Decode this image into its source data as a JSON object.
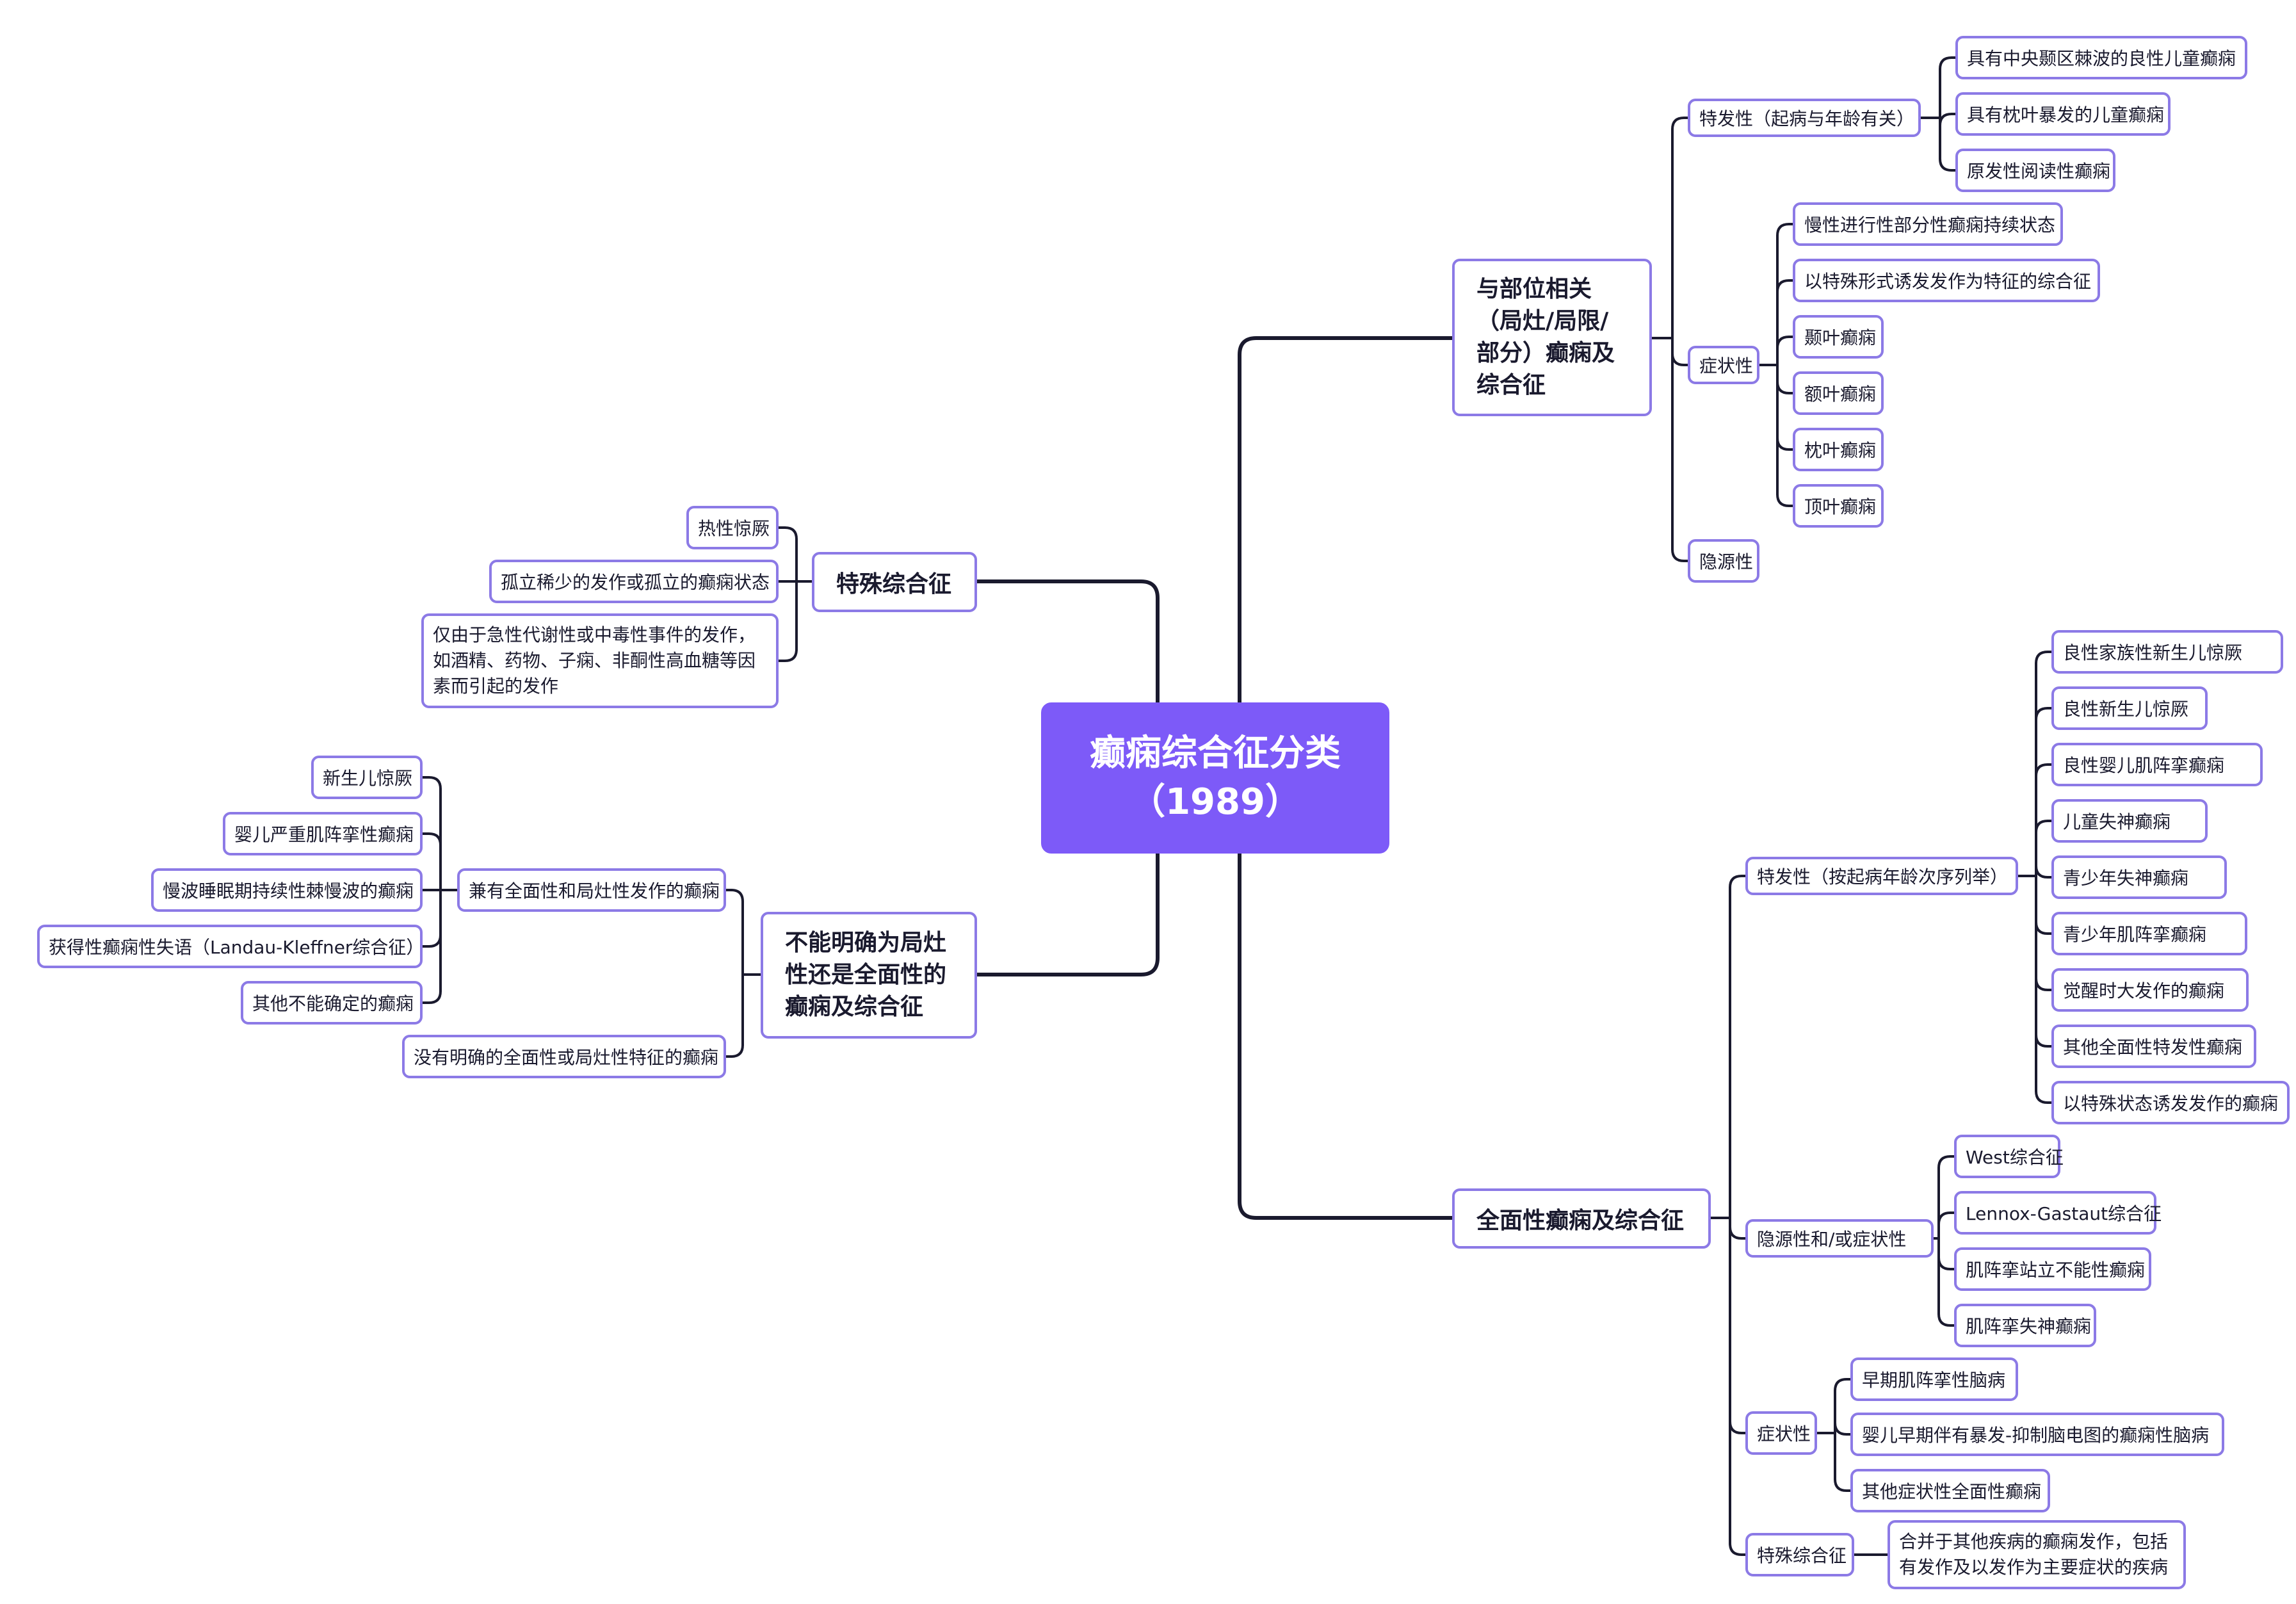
{
  "root": {
    "line1": "癫痫综合征分类",
    "line2": "（1989）"
  },
  "branches": {
    "localized": {
      "title": "与部位相关（局灶/局限/部分）癫痫及综合征",
      "idiopathic": {
        "label": "特发性（起病与年龄有关）",
        "items": [
          "具有中央颞区棘波的良性儿童癫痫",
          "具有枕叶暴发的儿童癫痫",
          "原发性阅读性癫痫"
        ]
      },
      "symptomatic": {
        "label": "症状性",
        "items": [
          "慢性进行性部分性癫痫持续状态",
          "以特殊形式诱发发作为特征的综合征",
          "颞叶癫痫",
          "额叶癫痫",
          "枕叶癫痫",
          "顶叶癫痫"
        ]
      },
      "cryptogenic": {
        "label": "隐源性"
      }
    },
    "generalized": {
      "title": "全面性癫痫及综合征",
      "idiopathic": {
        "label": "特发性（按起病年龄次序列举）",
        "items": [
          "良性家族性新生儿惊厥",
          "良性新生儿惊厥",
          "良性婴儿肌阵挛癫痫",
          "儿童失神癫痫",
          "青少年失神癫痫",
          "青少年肌阵挛癫痫",
          "觉醒时大发作的癫痫",
          "其他全面性特发性癫痫",
          "以特殊状态诱发发作的癫痫"
        ]
      },
      "cryptogenic": {
        "label": "隐源性和/或症状性",
        "items": [
          "West综合征",
          "Lennox-Gastaut综合征",
          "肌阵挛站立不能性癫痫",
          "肌阵挛失神癫痫"
        ]
      },
      "symptomatic": {
        "label": "症状性",
        "items": [
          "早期肌阵挛性脑病",
          "婴儿早期伴有暴发-抑制脑电图的癫痫性脑病",
          "其他症状性全面性癫痫"
        ]
      },
      "special": {
        "label": "特殊综合征",
        "items": [
          "合并于其他疾病的癫痫发作，包括有发作及以发作为主要症状的疾病"
        ]
      }
    },
    "special": {
      "title": "特殊综合征",
      "items": [
        "热性惊厥",
        "孤立稀少的发作或孤立的癫痫状态",
        "仅由于急性代谢性或中毒性事件的发作，如酒精、药物、子痫、非酮性高血糖等因素而引起的发作"
      ]
    },
    "undetermined": {
      "title": "不能明确为局灶性还是全面性的癫痫及综合征",
      "both": {
        "label": "兼有全面性和局灶性发作的癫痫",
        "items": [
          "新生儿惊厥",
          "婴儿严重肌阵挛性癫痫",
          "慢波睡眠期持续性棘慢波的癫痫",
          "获得性癫痫性失语（Landau-Kleffner综合征）",
          "其他不能确定的癫痫"
        ]
      },
      "none": {
        "label": "没有明确的全面性或局灶性特征的癫痫"
      }
    }
  },
  "colors": {
    "root_fill": "#7d5af8",
    "node_border": "#8c7ae6",
    "connector": "#1a1a2e",
    "text": "#1a1a2e"
  }
}
